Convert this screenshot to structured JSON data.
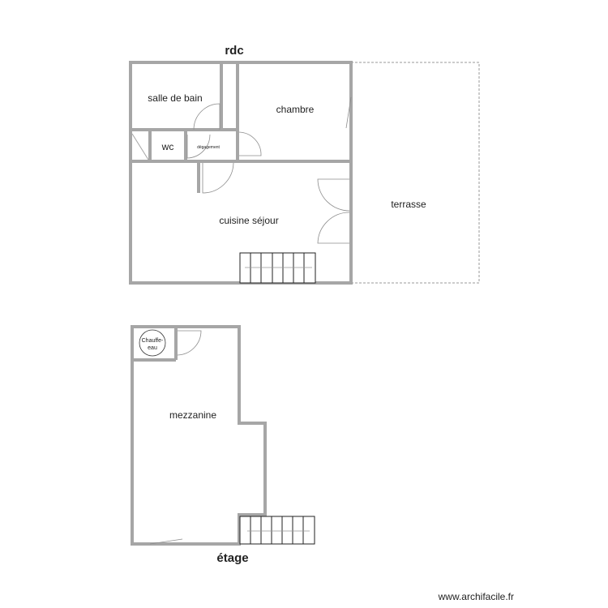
{
  "floors": [
    {
      "title": "rdc",
      "rooms": [
        "salle de bain",
        "chambre",
        "wc",
        "dégagement",
        "cuisine séjour",
        "terrasse"
      ]
    },
    {
      "title": "étage",
      "rooms": [
        "mezzanine",
        "Chauffe-",
        "eau"
      ]
    }
  ],
  "footer": {
    "website": "www.archifacile.fr"
  },
  "colors": {
    "wall": "#a6a6a6",
    "text": "#222222"
  }
}
